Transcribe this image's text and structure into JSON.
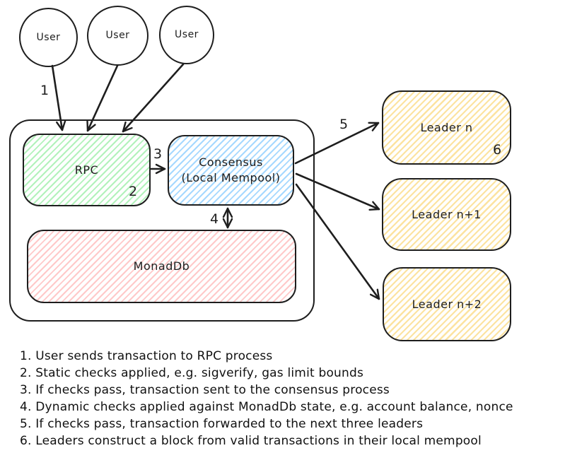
{
  "diagram": {
    "users": [
      "User",
      "User",
      "User"
    ],
    "nodes": {
      "rpc": "RPC",
      "consensus": "Consensus",
      "consensus_sub": "(Local Mempool)",
      "monaddb": "MonadDb",
      "leader_n": "Leader n",
      "leader_n1": "Leader n+1",
      "leader_n2": "Leader n+2"
    },
    "markers": {
      "m1": "1",
      "m2": "2",
      "m3": "3",
      "m4": "4",
      "m5": "5",
      "m6": "6"
    },
    "colors": {
      "stroke": "#1e1e1e",
      "rpc_fill": "#b2f2bb",
      "consensus_fill": "#a5d8ff",
      "monaddb_fill": "#ffc9c9",
      "leader_fill": "#fce3a0"
    }
  },
  "notes": {
    "items": [
      "1. User sends transaction to RPC process",
      "2. Static checks applied, e.g. sigverify, gas limit bounds",
      "3. If checks pass, transaction sent to the consensus process",
      "4. Dynamic checks applied against MonadDb state, e.g. account balance, nonce",
      "5. If checks pass, transaction forwarded to the next three leaders",
      "6. Leaders construct a block from valid transactions in their local mempool"
    ]
  }
}
